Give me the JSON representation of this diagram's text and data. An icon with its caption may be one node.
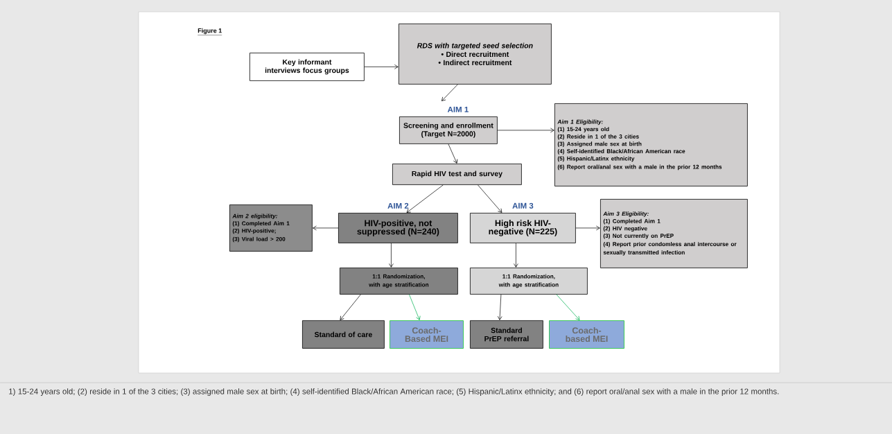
{
  "diagram": {
    "caption": "1) 15-24 years old; (2) reside in 1 of the 3 cities; (3) assigned male sex at birth; (4) self-identified Black/African American race; (5) Hispanic/Latinx ethnicity; and (6) report oral/anal sex with a male in the prior 12 months.",
    "nodes": [
      {
        "text": [
          "Key informant interviews focus groups"
        ]
      },
      {
        "text": [
          "RDS with targeted seed selection",
          "• Direct recruitment",
          "• Indirect recruitment"
        ]
      },
      {
        "text": [
          "Screening and enrollment (Target N=2000)"
        ],
        "beside": [
          "AIM 1"
        ]
      },
      {
        "text": [
          "Aim 1 Eligibility:",
          "(1)  15-24 years old",
          "(2)  Reside in 1 of the 3 cities",
          "(3)  Assigned male sex at birth",
          "(4)  Self-identified Black/African American race",
          "(5)  Hispanic/Latinx ethnicity",
          "(6)  Report oral/anal sex with a male in the prior 12 months"
        ]
      },
      {
        "text": [
          "Rapid HIV test and survey"
        ]
      },
      {
        "text": [
          "Aim 2 eligibility:",
          "(1)  Completed Aim 1",
          "(2)  HIV-positive;",
          "(3)  Viral load > 200"
        ]
      },
      {
        "text": [
          "HIV-positive, not suppressed (N=240)"
        ],
        "beside": [
          "AIM 2"
        ]
      },
      {
        "text": [
          "High risk HIV-negative (N=225)"
        ],
        "beside": [
          "AIM 3"
        ]
      },
      {
        "text": [
          "Aim 3 Eligibility:",
          "(1)  Completed Aim 1",
          "(2)  HIV negative",
          "(3)  Not currently on PrEP",
          "(4)  Report prior condomless anal intercourse or  sexually transmitted infection"
        ]
      },
      {
        "text": [
          "1:1 Randomization, with age stratification"
        ]
      },
      {
        "text": [
          "1:1 Randomization, with age stratification"
        ]
      },
      {
        "text": [
          "Standard of care"
        ]
      },
      {
        "text": [
          "Coach-Based MEI"
        ]
      },
      {
        "text": [
          "Standard PrEP referral"
        ]
      },
      {
        "text": [
          "Coach-based MEI"
        ]
      }
    ],
    "edges": [
      {
        "from": 0,
        "to": 1,
        "arrow": "to"
      },
      {
        "from": 1,
        "to": 2,
        "arrow": "to"
      },
      {
        "from": 2,
        "to": 3,
        "arrow": "to"
      },
      {
        "from": 2,
        "to": 4,
        "arrow": "to"
      },
      {
        "from": 4,
        "to": 6,
        "arrow": "to"
      },
      {
        "from": 4,
        "to": 7,
        "arrow": "to"
      },
      {
        "from": 6,
        "to": 5,
        "arrow": "to"
      },
      {
        "from": 7,
        "to": 8,
        "arrow": "to"
      },
      {
        "from": 6,
        "to": 9,
        "arrow": "to"
      },
      {
        "from": 7,
        "to": 10,
        "arrow": "to"
      },
      {
        "from": 9,
        "to": 11,
        "arrow": "to"
      },
      {
        "from": 9,
        "to": 12,
        "arrow": "to",
        "color": "#00b050"
      },
      {
        "from": 10,
        "to": 13,
        "arrow": "to"
      },
      {
        "from": 10,
        "to": 14,
        "arrow": "to",
        "color": "#00b050"
      }
    ],
    "labels": [
      "Figure 1"
    ]
  }
}
